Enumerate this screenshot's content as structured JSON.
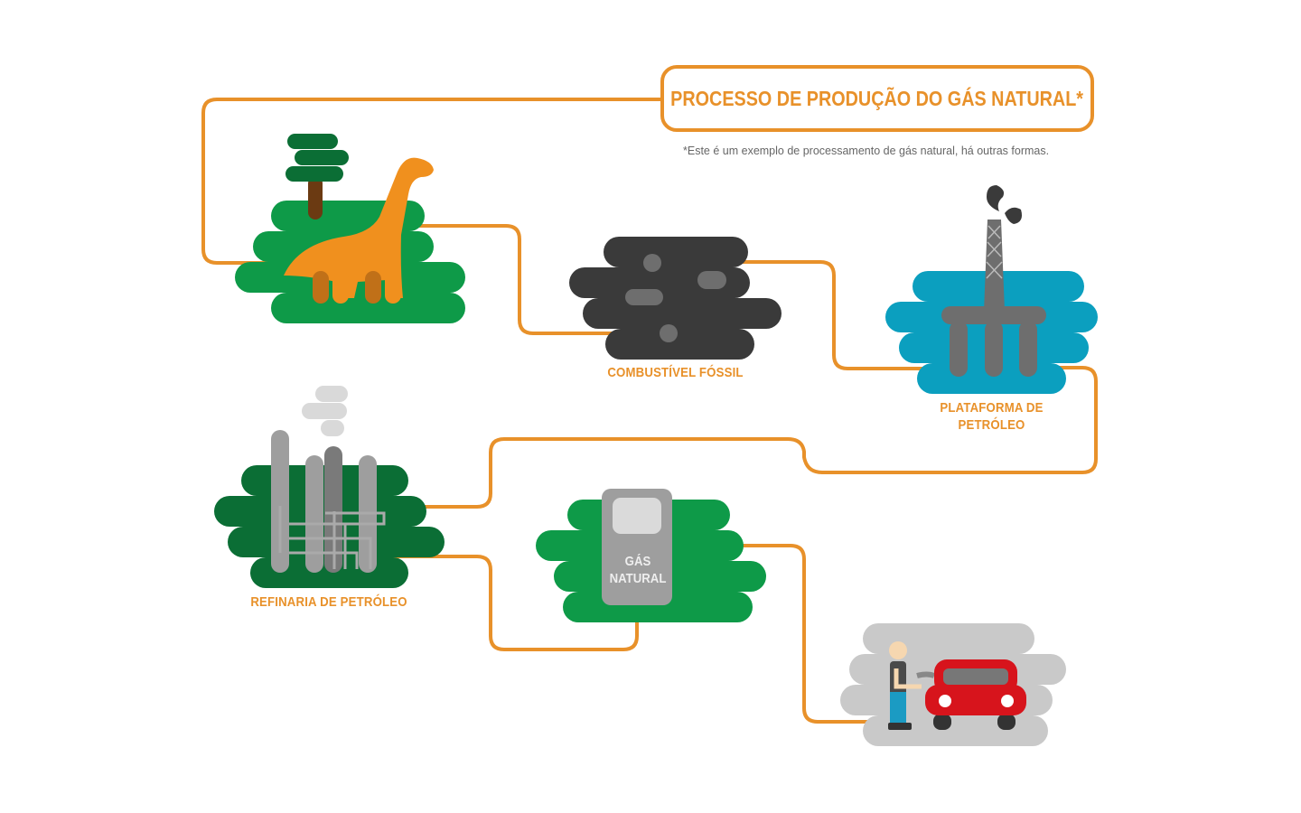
{
  "header": {
    "title": "PROCESSO DE PRODUÇÃO DO GÁS NATURAL*",
    "note": "*Este é um exemplo de processamento de gás natural, há outras formas."
  },
  "steps": [
    {
      "id": "fossil-origin",
      "label": ""
    },
    {
      "id": "fossil-fuel",
      "label": "COMBUSTÍVEL FÓSSIL"
    },
    {
      "id": "oil-platform",
      "label_line1": "PLATAFORMA DE",
      "label_line2": "PETRÓLEO"
    },
    {
      "id": "refinery",
      "label": "REFINARIA DE PETRÓLEO"
    },
    {
      "id": "natural-gas",
      "label_line1": "GÁS",
      "label_line2": "NATURAL"
    },
    {
      "id": "fuel-station",
      "label": ""
    }
  ],
  "colors": {
    "accent": "#E8912A",
    "green": "#0E9A48",
    "dark_green": "#0B6E35",
    "teal": "#0B9FBF",
    "coal": "#3A3A3A",
    "gray": "#C9C9C9",
    "car": "#D7141C"
  }
}
